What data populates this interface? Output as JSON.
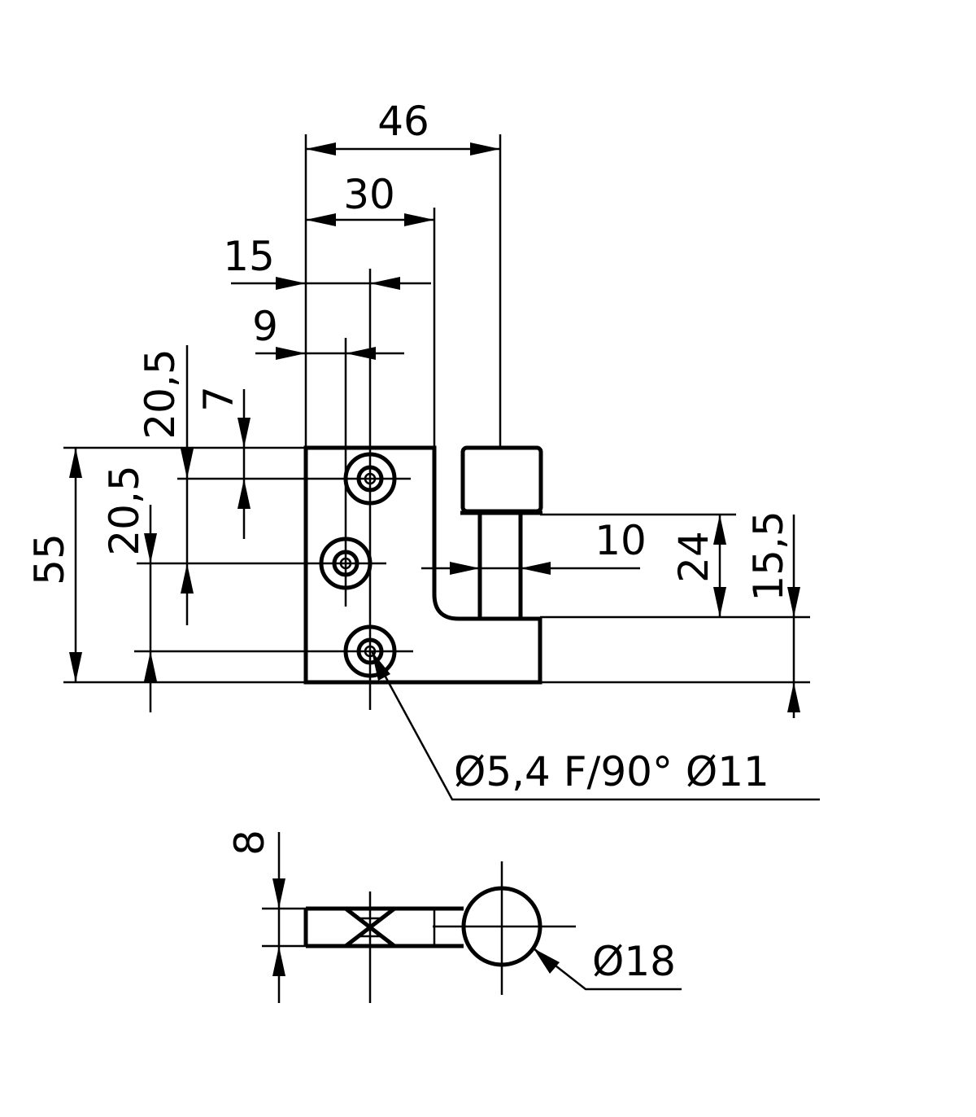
{
  "dimensions": {
    "top_46": "46",
    "top_30": "30",
    "top_15": "15",
    "top_9": "9",
    "left_20_5_upper": "20,5",
    "left_7": "7",
    "left_20_5_lower": "20,5",
    "left_55": "55",
    "right_10": "10",
    "right_24": "24",
    "right_15_5": "15,5",
    "hole_callout": "Ø5,4 F/90° Ø11",
    "bottom_8": "8",
    "bottom_dia_18": "Ø18"
  }
}
